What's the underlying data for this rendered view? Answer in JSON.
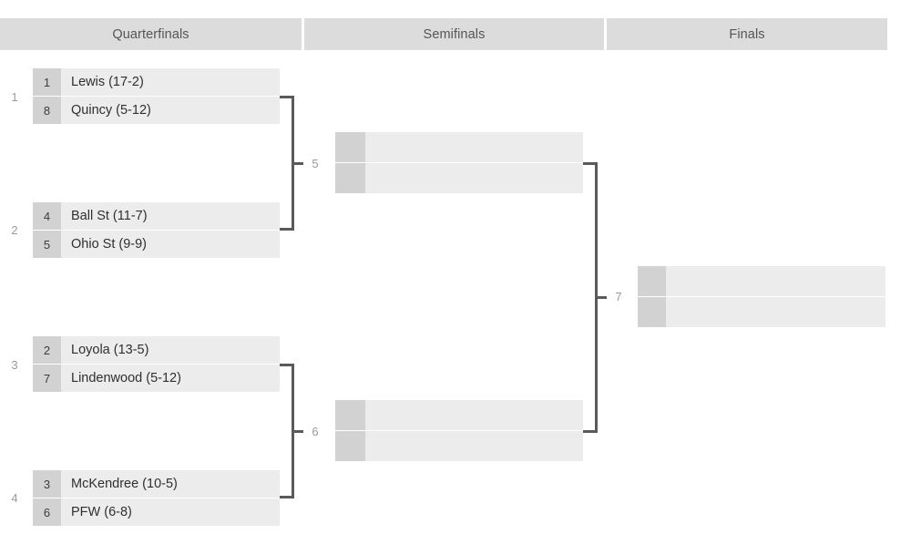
{
  "rounds": [
    {
      "id": "quarterfinals",
      "label": "Quarterfinals"
    },
    {
      "id": "semifinals",
      "label": "Semifinals"
    },
    {
      "id": "finals",
      "label": "Finals"
    }
  ],
  "matches": {
    "qf1": {
      "number": "1",
      "top": {
        "seed": "1",
        "team": "Lewis (17-2)"
      },
      "bottom": {
        "seed": "8",
        "team": "Quincy (5-12)"
      }
    },
    "qf2": {
      "number": "2",
      "top": {
        "seed": "4",
        "team": "Ball St (11-7)"
      },
      "bottom": {
        "seed": "5",
        "team": "Ohio St (9-9)"
      }
    },
    "qf3": {
      "number": "3",
      "top": {
        "seed": "2",
        "team": "Loyola (13-5)"
      },
      "bottom": {
        "seed": "7",
        "team": "Lindenwood (5-12)"
      }
    },
    "qf4": {
      "number": "4",
      "top": {
        "seed": "3",
        "team": "McKendree (10-5)"
      },
      "bottom": {
        "seed": "6",
        "team": "PFW (6-8)"
      }
    },
    "sf1": {
      "number": "5",
      "top": {
        "seed": "",
        "team": ""
      },
      "bottom": {
        "seed": "",
        "team": ""
      }
    },
    "sf2": {
      "number": "6",
      "top": {
        "seed": "",
        "team": ""
      },
      "bottom": {
        "seed": "",
        "team": ""
      }
    },
    "f1": {
      "number": "7",
      "top": {
        "seed": "",
        "team": ""
      },
      "bottom": {
        "seed": "",
        "team": ""
      }
    }
  },
  "colors": {
    "header_bg": "#dcdcdc",
    "header_text": "#555555",
    "seed_bg": "#d2d2d2",
    "name_bg": "#ececec",
    "connector": "#5a5a5a",
    "match_label": "#9a9a9a",
    "page_bg": "#ffffff"
  }
}
